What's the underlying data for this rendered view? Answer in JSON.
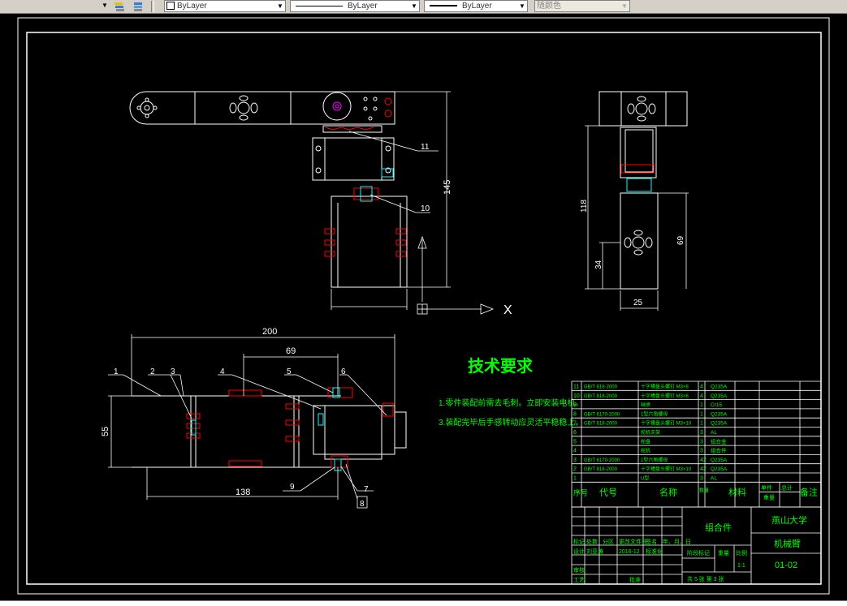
{
  "toolbar": {
    "layer_color_label": "ByLayer",
    "linetype_label": "ByLayer",
    "lineweight_label": "ByLayer",
    "plotstyle_label": "随颜色"
  },
  "drawing": {
    "technical_requirements": {
      "title": "技术要求",
      "notes": [
        "1.零件装配前需去毛刺。立即安装电机。",
        "3.装配完毕后手感转动应灵活平稳稳上。"
      ]
    },
    "dimensions": {
      "top_height": "145",
      "side_height": "118",
      "side_lower": "69",
      "side_base": "34",
      "side_width": "25",
      "front_total": "200",
      "front_inner": "69",
      "front_height": "55",
      "front_lower": "138"
    },
    "axis_label": "X",
    "balloons": [
      "1",
      "2",
      "3",
      "4",
      "5",
      "6",
      "7",
      "8",
      "9",
      "10",
      "11"
    ],
    "bom": [
      {
        "no": "11",
        "code": "GB/T 818-2000",
        "name": "十字槽盘头螺钉 M3×8",
        "qty": "4",
        "mat": "Q235A"
      },
      {
        "no": "10",
        "code": "GB/T 818-2000",
        "name": "十字槽盘头螺钉 M3×6",
        "qty": "4",
        "mat": "Q235A"
      },
      {
        "no": "9",
        "code": "",
        "name": "轴承",
        "qty": "1",
        "mat": "Cr15"
      },
      {
        "no": "8",
        "code": "GB/T 6170-2000",
        "name": "1型六角螺母",
        "qty": "1",
        "mat": "Q235A"
      },
      {
        "no": "7",
        "code": "GB/T 818-2000",
        "name": "十字槽盘头螺钉 M3×10",
        "qty": "1",
        "mat": "Q235A"
      },
      {
        "no": "6",
        "code": "",
        "name": "舵机支架",
        "qty": "3",
        "mat": "AL"
      },
      {
        "no": "5",
        "code": "",
        "name": "舵盘",
        "qty": "3",
        "mat": "铝合金"
      },
      {
        "no": "4",
        "code": "",
        "name": "舵机",
        "qty": "3",
        "mat": "组合件"
      },
      {
        "no": "3",
        "code": "GB/T 6170-2000",
        "name": "1型六角螺母",
        "qty": "42",
        "mat": "Q235A"
      },
      {
        "no": "2",
        "code": "GB/T 818-2000",
        "name": "十字槽盘头螺钉 M3×10",
        "qty": "42",
        "mat": "Q235A"
      },
      {
        "no": "1",
        "code": "",
        "name": "U型",
        "qty": "3",
        "mat": "AL"
      }
    ],
    "bom_header": {
      "no": "序号",
      "code": "代号",
      "name": "名称",
      "qty": "数量",
      "mat": "材料",
      "unit": "单件",
      "total": "总计",
      "weight": "重量",
      "remark": "备注"
    },
    "title_block": {
      "assembly": "组合件",
      "school": "燕山大学",
      "part_name": "机械臂",
      "drawing_no": "01-02",
      "scale": "1:1",
      "scale_label": "比例",
      "weight_label": "重量",
      "stage_label": "阶段标记",
      "sheet_text": "共 5 张  第 3 张",
      "designer_label": "设计",
      "date": "2016-12",
      "std_label": "标准化",
      "check_label": "审核",
      "process_label": "工艺",
      "approve_label": "批准",
      "mark_label": "标记",
      "count_label": "处数",
      "zone_label": "分区",
      "change_label": "更改文件号",
      "sign_label": "签名",
      "ymd_label": "年、月、日",
      "designer_name": "刘亚涛"
    }
  },
  "colors": {
    "frame": "#ffffff",
    "part": "#ffffff",
    "dimension": "#00ff00",
    "text_green": "#00ff00",
    "hidden": "#ff0000",
    "center": "#ff0000",
    "cyan": "#00ffff",
    "magenta": "#ff00ff"
  }
}
